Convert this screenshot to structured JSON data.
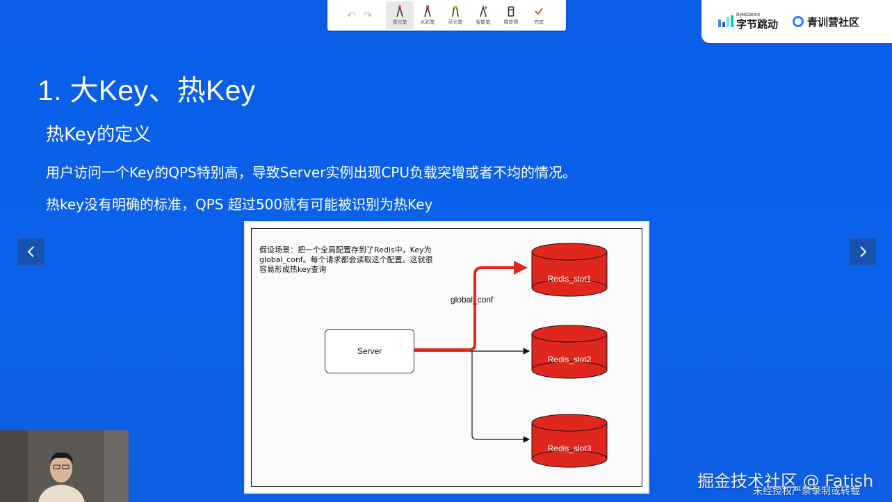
{
  "toolbar": {
    "undo_icon": "undo-icon",
    "redo_icon": "redo-icon",
    "tools": [
      {
        "label": "激光笔",
        "icon": "laser-pen-icon"
      },
      {
        "label": "水彩笔",
        "icon": "watercolor-pen-icon"
      },
      {
        "label": "荧光笔",
        "icon": "highlighter-icon"
      },
      {
        "label": "智能笔",
        "icon": "smart-pen-icon"
      },
      {
        "label": "橡皮擦",
        "icon": "eraser-icon"
      },
      {
        "label": "完成",
        "icon": "check-icon"
      }
    ]
  },
  "brand": {
    "bytedance_small": "ByteDance",
    "bytedance_name": "字节跳动",
    "community_name": "青训营社区"
  },
  "slide": {
    "title": "1. 大Key、热Key",
    "subtitle": "热Key的定义",
    "line1": "用户访问一个Key的QPS特别高，导致Server实例出现CPU负载突增或者不均的情况。",
    "line2": "热key没有明确的标准，QPS 超过500就有可能被识别为热Key"
  },
  "diagram": {
    "caption_lines": [
      "假设场景：把一个全局配置存到了Redis中，Key为",
      "global_conf。每个请求都会读取这个配置。这就很",
      "容易形成热key查询"
    ],
    "edge_label": "global_conf",
    "server_label": "Server",
    "slots": [
      "Redis_slot1",
      "Redis_slot2",
      "Redis_slot3"
    ],
    "colors": {
      "cylinder": "#e0271d",
      "hot_arrow": "#e0271d"
    }
  },
  "nav": {
    "prev_icon": "chevron-left-icon",
    "next_icon": "chevron-right-icon"
  },
  "watermark": {
    "line1": "掘金技术社区 @ Fatish",
    "line2": "未经授权严禁录制或转载"
  }
}
